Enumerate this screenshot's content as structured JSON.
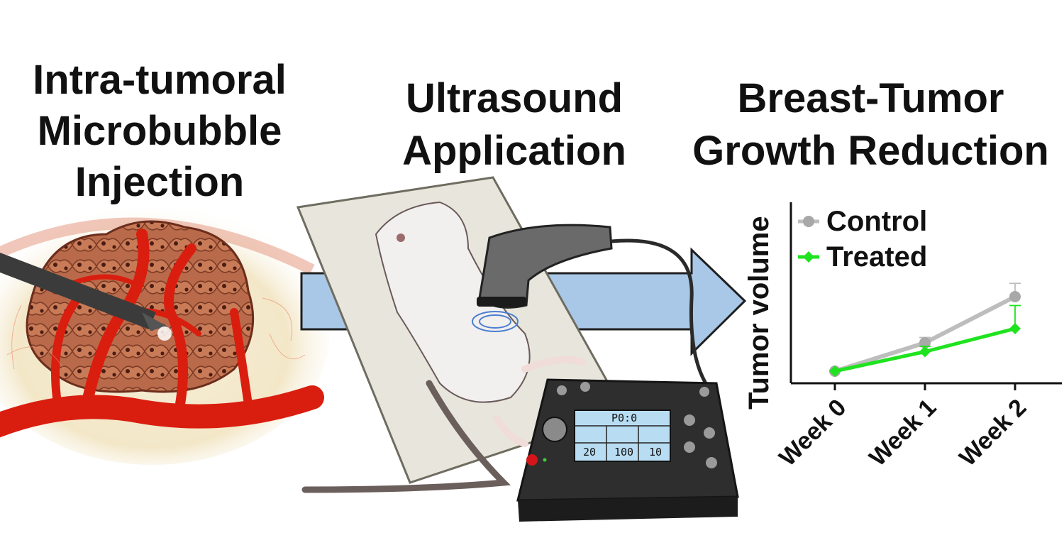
{
  "panels": {
    "injection": {
      "title_lines": [
        "Intra-tumoral",
        "Microbubble",
        "Injection"
      ]
    },
    "ultrasound": {
      "title_lines": [
        "Ultrasound",
        "Application"
      ]
    },
    "outcome": {
      "title_lines": [
        "Breast-Tumor",
        "Growth Reduction"
      ]
    }
  },
  "device_display": {
    "top": "P0:0",
    "left": "20",
    "mid": "100",
    "right": "10"
  },
  "colors": {
    "control": "#bdbdbd",
    "treated": "#1fe31f",
    "arrow": "#a9c8e8",
    "arrow_stroke": "#1f1f1f"
  },
  "chart_data": {
    "type": "line",
    "categories": [
      "Week 0",
      "Week 1",
      "Week 2"
    ],
    "ylabel": "Tumor volume",
    "xlabel": "",
    "legend_position": "top-left",
    "ylim": [
      0,
      10
    ],
    "series": [
      {
        "name": "Control",
        "values": [
          0.2,
          1.8,
          4.4
        ],
        "error": [
          0,
          0.3,
          0.75
        ],
        "color": "#bdbdbd",
        "marker": "circle"
      },
      {
        "name": "Treated",
        "values": [
          0.2,
          1.3,
          2.6
        ],
        "error": [
          0,
          0.3,
          1.3
        ],
        "color": "#1fe31f",
        "marker": "diamond"
      }
    ]
  }
}
